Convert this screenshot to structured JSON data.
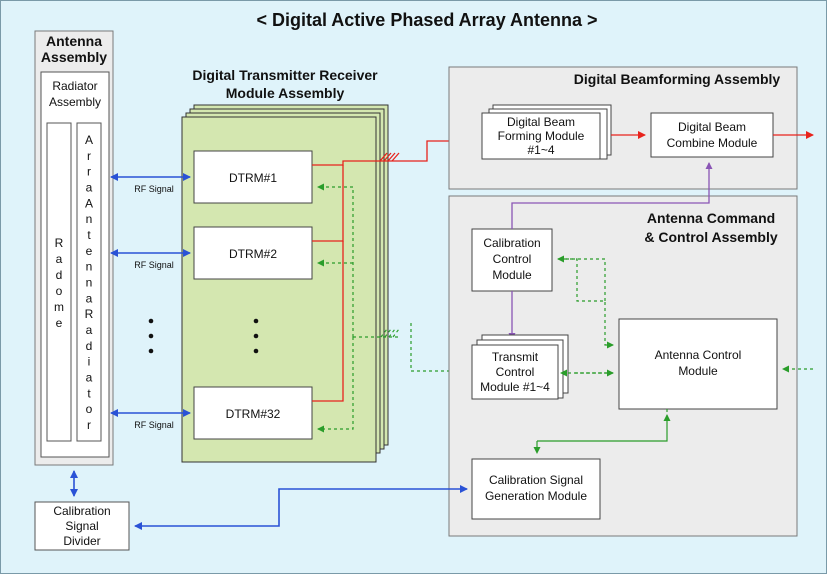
{
  "title": "< Digital Active Phased Array Antenna >",
  "antenna_assembly": {
    "label_line1": "Antenna",
    "label_line2": "Assembly",
    "radiator_assembly_line1": "Radiator",
    "radiator_assembly_line2": "Assembly",
    "radome_letters": [
      "R",
      "a",
      "d",
      "o",
      "m",
      "e"
    ],
    "array_radiator_letters": [
      "A",
      "r",
      "r",
      "a",
      "A",
      "n",
      "t",
      "e",
      "n",
      "n",
      "a",
      "R",
      "a",
      "d",
      "i",
      "a",
      "t",
      "o",
      "r"
    ]
  },
  "calibration_signal_divider": [
    "Calibration",
    "Signal",
    "Divider"
  ],
  "dtrm_assembly": {
    "label_line1": "Digital Transmitter Receiver",
    "label_line2": "Module Assembly",
    "modules": [
      "DTRM#1",
      "DTRM#2",
      "DTRM#32"
    ],
    "rf_signal_label": "RF Signal"
  },
  "beamforming_assembly": {
    "label": "Digital Beamforming Assembly",
    "forming_module": [
      "Digital Beam",
      "Forming Module",
      "#1~4"
    ],
    "combine_module": [
      "Digital Beam",
      "Combine Module"
    ]
  },
  "command_control_assembly": {
    "label_line1": "Antenna Command",
    "label_line2": "& Control Assembly",
    "calibration_control": [
      "Calibration",
      "Control",
      "Module"
    ],
    "transmit_control": [
      "Transmit",
      "Control",
      "Module #1~4"
    ],
    "antenna_control": [
      "Antenna Control",
      "Module"
    ],
    "calibration_signal_gen": [
      "Calibration Signal",
      "Generation Module"
    ]
  },
  "colors": {
    "background": "#dff3fa",
    "assembly_gray": "#ececec",
    "dtrm_green": "#d4e7b0",
    "rf_red": "#e8231c",
    "control_green": "#2a9d2a",
    "calibration_blue": "#2a52d6",
    "command_purple": "#8a55b5"
  }
}
